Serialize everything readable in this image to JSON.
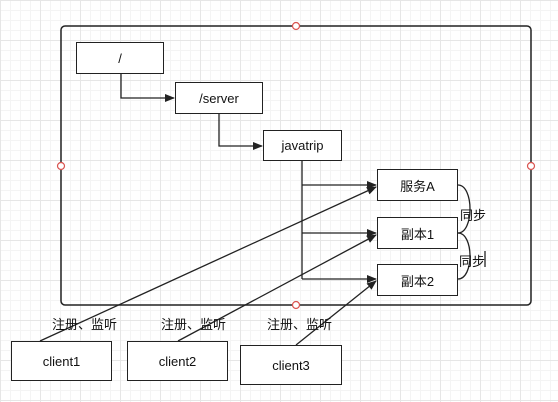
{
  "nodes": {
    "root": "/",
    "server": "/server",
    "app": "javatrip",
    "service_a": "服务A",
    "replica_1": "副本1",
    "replica_2": "副本2",
    "client_1": "client1",
    "client_2": "client2",
    "client_3": "client3"
  },
  "labels": {
    "sync_1": "同步",
    "sync_2": "同步",
    "register_watch_1": "注册、监听",
    "register_watch_2": "注册、监听",
    "register_watch_3": "注册、监听"
  },
  "colors": {
    "stroke": "#222222",
    "handle": "#d9534f",
    "background": "#ffffff"
  }
}
